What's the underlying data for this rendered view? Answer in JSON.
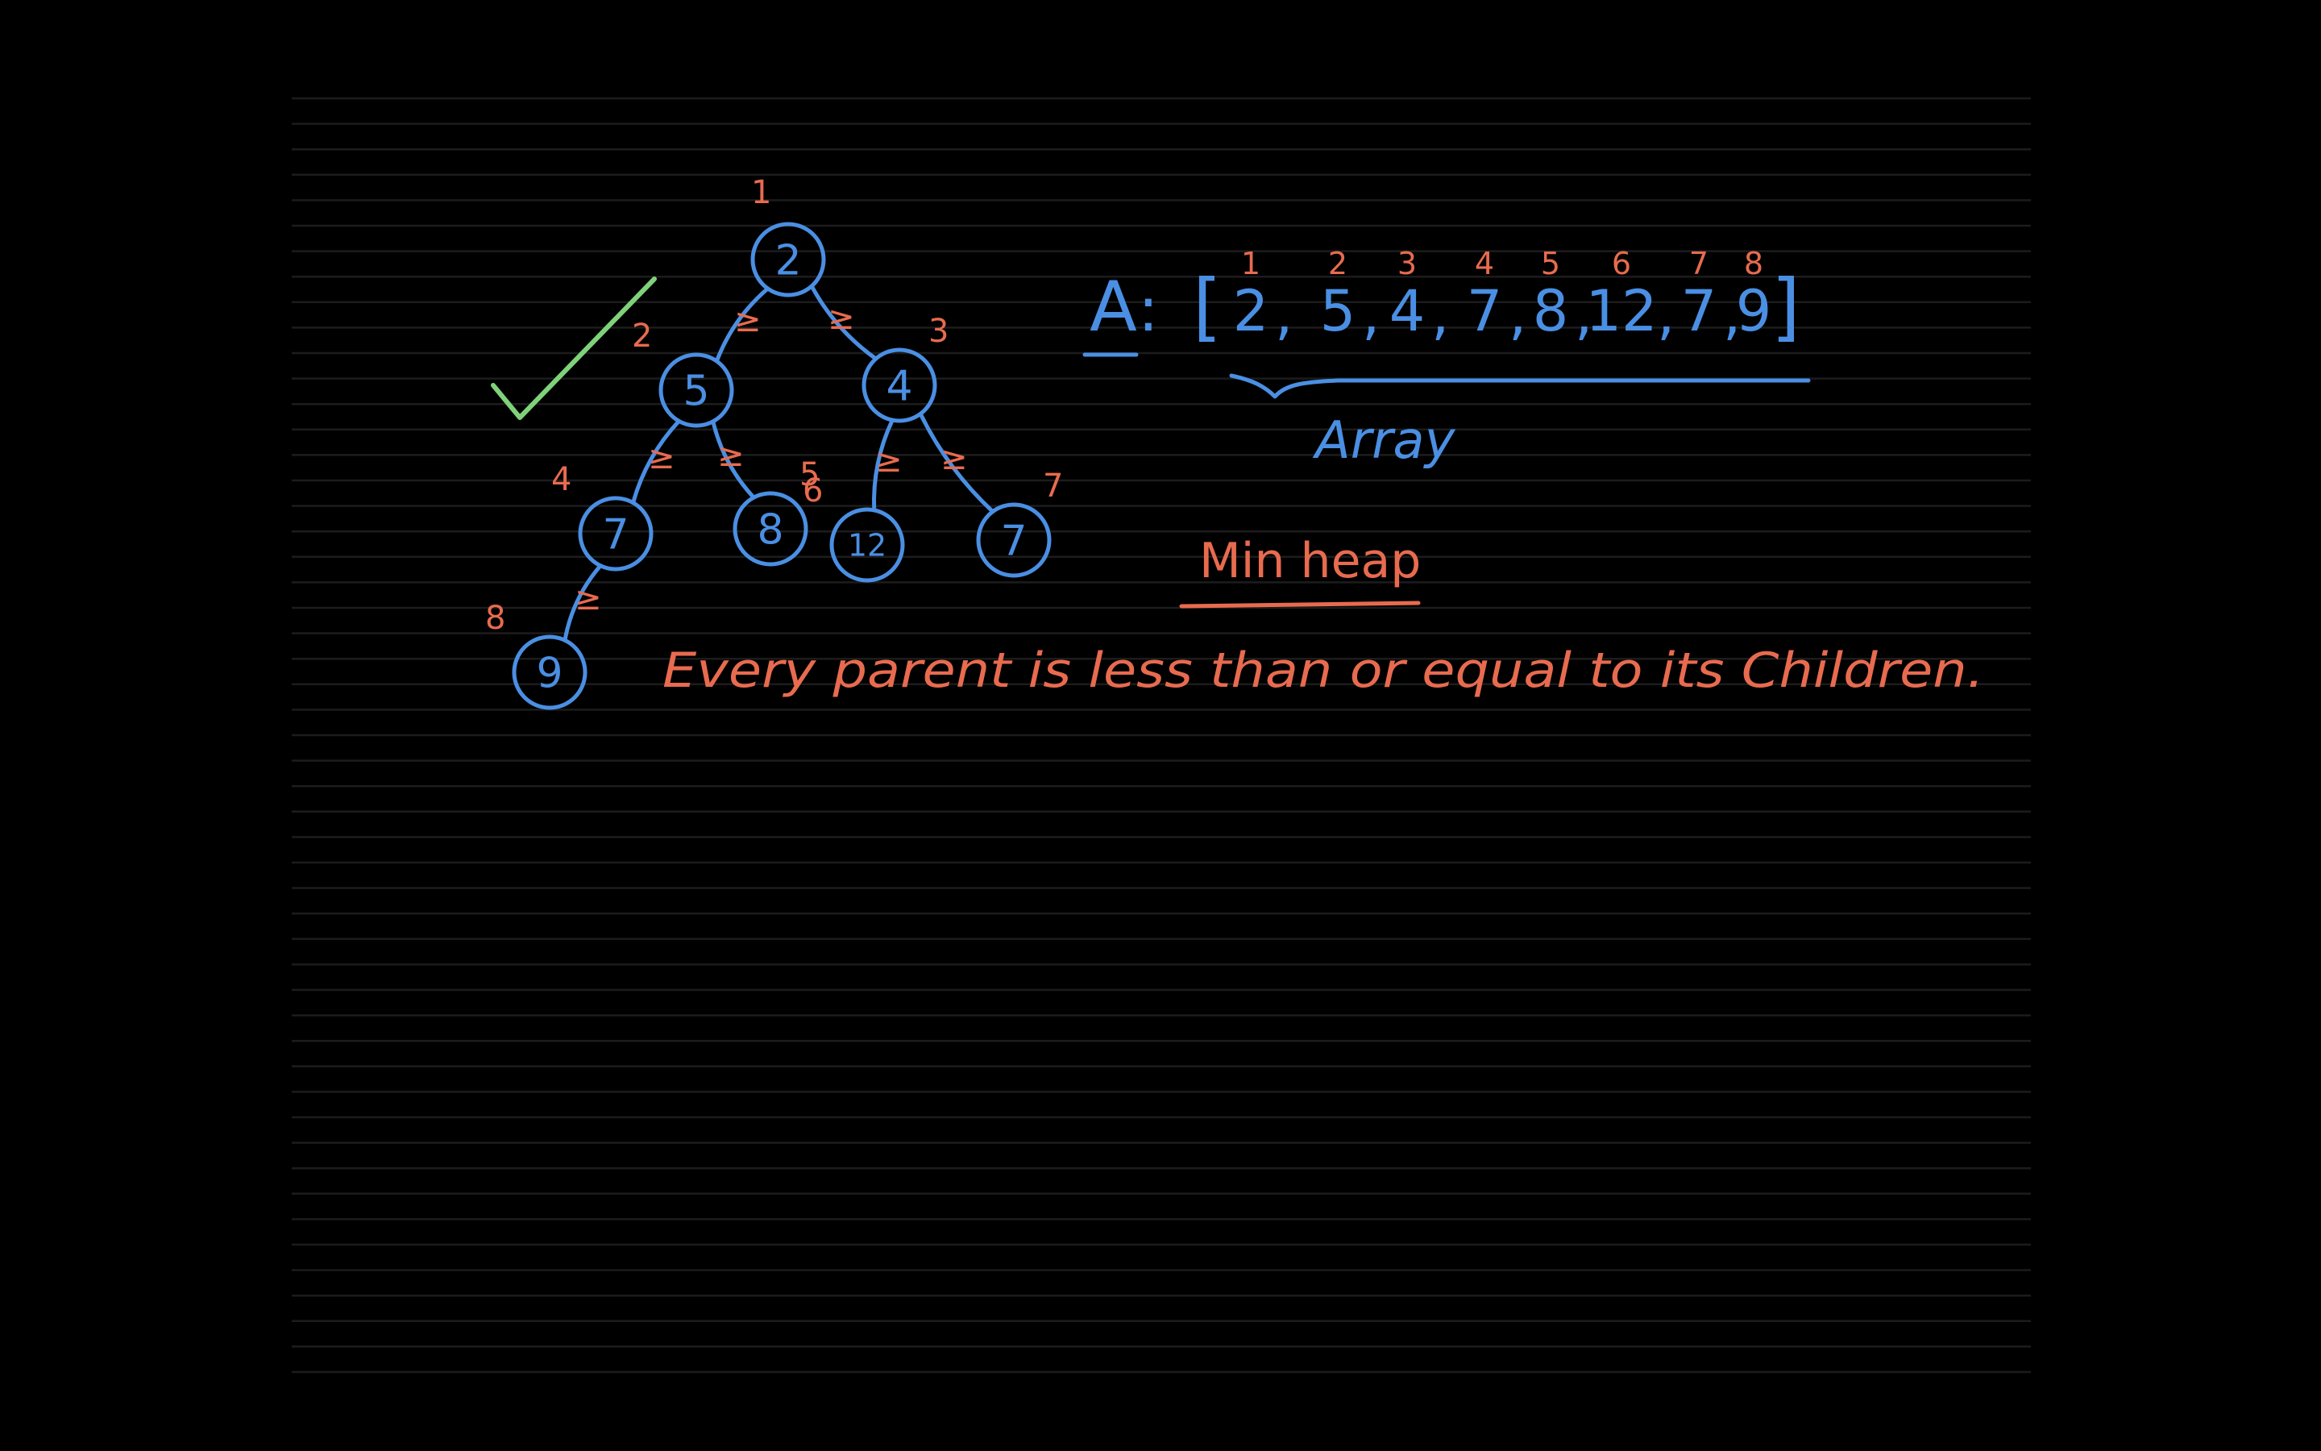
{
  "colors": {
    "background": "#000000",
    "rule_line": "#1c1c1c",
    "blue": "#4a8fe3",
    "orange": "#e86b4f",
    "green": "#7fd27a"
  },
  "icons": {
    "check": "checkmark-icon"
  },
  "tree": {
    "nodes": [
      {
        "id": "n1",
        "value": "2",
        "index": "1",
        "parent": null
      },
      {
        "id": "n2",
        "value": "5",
        "index": "2",
        "parent": "n1",
        "relation": "≥"
      },
      {
        "id": "n3",
        "value": "4",
        "index": "3",
        "parent": "n1",
        "relation": "≥"
      },
      {
        "id": "n4",
        "value": "7",
        "index": "4",
        "parent": "n2",
        "relation": "≥"
      },
      {
        "id": "n5",
        "value": "8",
        "index": "5",
        "parent": "n2",
        "relation": "≥"
      },
      {
        "id": "n6",
        "value": "12",
        "index": "6",
        "parent": "n3",
        "relation": "≥"
      },
      {
        "id": "n7",
        "value": "7",
        "index": "7",
        "parent": "n3",
        "relation": "≥"
      },
      {
        "id": "n8",
        "value": "9",
        "index": "8",
        "parent": "n4",
        "relation": "≥"
      }
    ]
  },
  "array": {
    "name": "A",
    "separator": ":",
    "open_bracket": "[",
    "close_bracket": "]",
    "values": [
      "2",
      "5",
      "4",
      "7",
      "8",
      "12",
      "7",
      "9"
    ],
    "indices": [
      "1",
      "2",
      "3",
      "4",
      "5",
      "6",
      "7",
      "8"
    ],
    "brace_label": "Array"
  },
  "heading": "Min heap",
  "rule": "Every parent is less than or equal to its Children."
}
